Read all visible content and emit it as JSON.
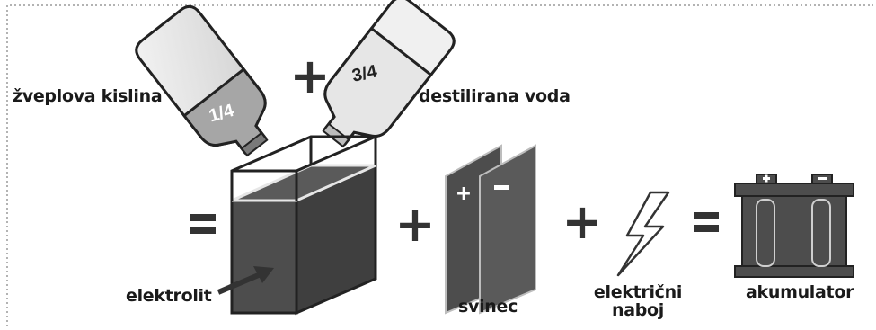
{
  "labels": {
    "sulfuric_acid": "žveplova kislina",
    "distilled_water": "destilirana voda",
    "electrolyte": "elektrolit",
    "lead": "svinec",
    "electric_charge_line1": "električni",
    "electric_charge_line2": "naboj",
    "accumulator": "akumulator"
  },
  "fractions": {
    "acid": "1/4",
    "water": "3/4"
  },
  "operators": {
    "plus": "+",
    "equals": "=",
    "minus": "–"
  },
  "colors": {
    "dark_gray": "#4d4d4d",
    "mid_gray": "#a6a6a6",
    "light_gray": "#e6e6e6",
    "outline": "#222222",
    "dotted_border": "#9a9a9a"
  }
}
